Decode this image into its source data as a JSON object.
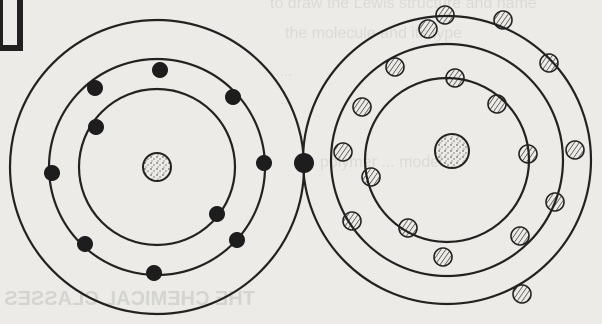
{
  "page": {
    "background_color": "#ecebe7",
    "ink_color": "#202020"
  },
  "bleed_through": {
    "lines": [
      "to draw the Lewis structure and name",
      "the molecule and its type",
      "...",
      "...",
      "polymer ... model",
      "THE CHEMICAL CLASSES"
    ]
  },
  "diagram": {
    "left_atom": {
      "nucleus_label": "",
      "shells": 3,
      "electron_style": "filled"
    },
    "right_atom": {
      "nucleus_label": "",
      "shells": 3,
      "electron_style": "hatched"
    },
    "shared_electron_style": "filled"
  }
}
